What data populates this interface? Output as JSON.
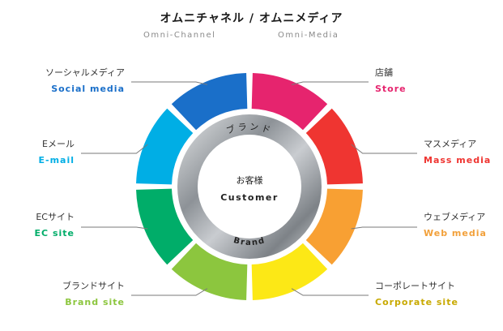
{
  "header": {
    "title": "オムニチャネル / オムニメディア",
    "subtitle_left": "Omni-Channel",
    "subtitle_right": "Omni-Media"
  },
  "ring": {
    "outer_text": "ブランド",
    "bottom_text": "Brand",
    "center_jp": "お客様",
    "center_en": "Customer"
  },
  "segments": [
    {
      "jp": "店舗",
      "en": "Store",
      "color": "#e6246e"
    },
    {
      "jp": "マスメディア",
      "en": "Mass media",
      "color": "#ef3531"
    },
    {
      "jp": "ウェブメディア",
      "en": "Web media",
      "color": "#f8a033"
    },
    {
      "jp": "コーポレートサイト",
      "en": "Corporate site",
      "color": "#fce816"
    },
    {
      "jp": "ブランドサイト",
      "en": "Brand site",
      "color": "#8cc63e"
    },
    {
      "jp": "ECサイト",
      "en": "EC site",
      "color": "#00ad69"
    },
    {
      "jp": "Eメール",
      "en": "E-mail",
      "color": "#00aee5"
    },
    {
      "jp": "ソーシャルメディア",
      "en": "Social media",
      "color": "#1a6fc9"
    }
  ],
  "label_colors": {
    "Store": "#e6246e",
    "Mass media": "#ef3531",
    "Web media": "#f2a03a",
    "Corporate site": "#c8a900",
    "Brand site": "#8cc63e",
    "EC site": "#00ad69",
    "E-mail": "#00aee5",
    "Social media": "#1a6fc9"
  }
}
